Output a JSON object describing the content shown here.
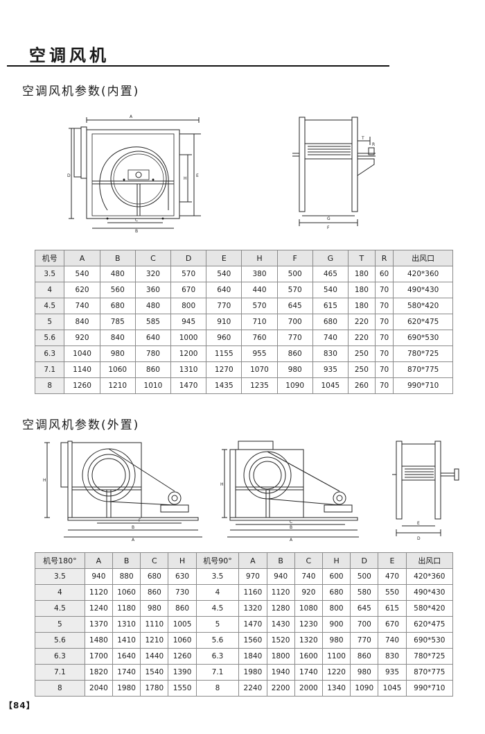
{
  "page_title": "空调风机",
  "section1_title": "空调风机参数(内置)",
  "section2_title": "空调风机参数(外置)",
  "page_number": "【84】",
  "diagram_labels": {
    "d1": {
      "A": "A",
      "B": "B",
      "C": "C",
      "D": "D",
      "E": "E",
      "H": "H"
    },
    "d2": {
      "G": "G",
      "F": "F",
      "T": "T",
      "R": "R"
    },
    "d3": {
      "H": "H",
      "F": "F",
      "B": "B",
      "A": "A"
    },
    "d4": {
      "H": "H",
      "C": "C",
      "B": "B",
      "A": "A"
    },
    "d5": {
      "E": "E",
      "D": "D"
    }
  },
  "table1": {
    "headers": [
      "机号",
      "A",
      "B",
      "C",
      "D",
      "E",
      "H",
      "F",
      "G",
      "T",
      "R",
      "出风口"
    ],
    "rows": [
      [
        "3.5",
        "540",
        "480",
        "320",
        "570",
        "540",
        "380",
        "500",
        "465",
        "180",
        "60",
        "420*360"
      ],
      [
        "4",
        "620",
        "560",
        "360",
        "670",
        "640",
        "440",
        "570",
        "540",
        "180",
        "70",
        "490*430"
      ],
      [
        "4.5",
        "740",
        "680",
        "480",
        "800",
        "770",
        "570",
        "645",
        "615",
        "180",
        "70",
        "580*420"
      ],
      [
        "5",
        "840",
        "785",
        "585",
        "945",
        "910",
        "710",
        "700",
        "680",
        "220",
        "70",
        "620*475"
      ],
      [
        "5.6",
        "920",
        "840",
        "640",
        "1000",
        "960",
        "760",
        "770",
        "740",
        "220",
        "70",
        "690*530"
      ],
      [
        "6.3",
        "1040",
        "980",
        "780",
        "1200",
        "1155",
        "955",
        "860",
        "830",
        "250",
        "70",
        "780*725"
      ],
      [
        "7.1",
        "1140",
        "1060",
        "860",
        "1310",
        "1270",
        "1070",
        "980",
        "935",
        "250",
        "70",
        "870*775"
      ],
      [
        "8",
        "1260",
        "1210",
        "1010",
        "1470",
        "1435",
        "1235",
        "1090",
        "1045",
        "260",
        "70",
        "990*710"
      ]
    ]
  },
  "table2": {
    "headers": [
      "机号180°",
      "A",
      "B",
      "C",
      "H",
      "机号90°",
      "A",
      "B",
      "C",
      "H",
      "D",
      "E",
      "出风口"
    ],
    "rows": [
      [
        "3.5",
        "940",
        "880",
        "680",
        "630",
        "3.5",
        "970",
        "940",
        "740",
        "600",
        "500",
        "470",
        "420*360"
      ],
      [
        "4",
        "1120",
        "1060",
        "860",
        "730",
        "4",
        "1160",
        "1120",
        "920",
        "680",
        "580",
        "550",
        "490*430"
      ],
      [
        "4.5",
        "1240",
        "1180",
        "980",
        "860",
        "4.5",
        "1320",
        "1280",
        "1080",
        "800",
        "645",
        "615",
        "580*420"
      ],
      [
        "5",
        "1370",
        "1310",
        "1110",
        "1005",
        "5",
        "1470",
        "1430",
        "1230",
        "900",
        "700",
        "670",
        "620*475"
      ],
      [
        "5.6",
        "1480",
        "1410",
        "1210",
        "1060",
        "5.6",
        "1560",
        "1520",
        "1320",
        "980",
        "770",
        "740",
        "690*530"
      ],
      [
        "6.3",
        "1700",
        "1640",
        "1440",
        "1260",
        "6.3",
        "1840",
        "1800",
        "1600",
        "1100",
        "860",
        "830",
        "780*725"
      ],
      [
        "7.1",
        "1820",
        "1740",
        "1540",
        "1390",
        "7.1",
        "1980",
        "1940",
        "1740",
        "1220",
        "980",
        "935",
        "870*775"
      ],
      [
        "8",
        "2040",
        "1980",
        "1780",
        "1550",
        "8",
        "2240",
        "2200",
        "2000",
        "1340",
        "1090",
        "1045",
        "990*710"
      ]
    ]
  }
}
